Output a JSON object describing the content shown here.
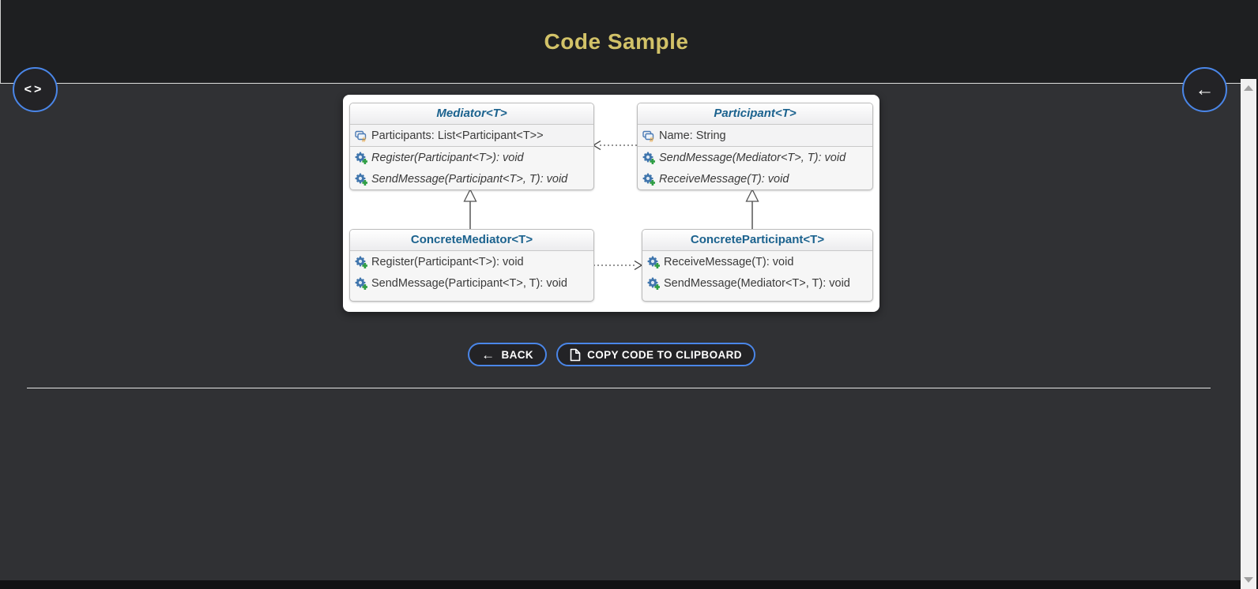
{
  "header": {
    "title": "Code Sample"
  },
  "glyphs": {
    "code": "<>",
    "arrow_left": "←"
  },
  "diagram": {
    "classes": [
      {
        "name": "Mediator<T>",
        "stereotype": "abstract",
        "field": "Participants: List<Participant<T>>",
        "methods": [
          "Register(Participant<T>): void",
          "SendMessage(Participant<T>, T): void"
        ]
      },
      {
        "name": "Participant<T>",
        "stereotype": "abstract",
        "field": "Name: String",
        "methods": [
          "SendMessage(Mediator<T>, T): void",
          "ReceiveMessage(T): void"
        ]
      },
      {
        "name": "ConcreteMediator<T>",
        "stereotype": "concrete",
        "methods": [
          "Register(Participant<T>): void",
          "SendMessage(Participant<T>, T): void"
        ]
      },
      {
        "name": "ConcreteParticipant<T>",
        "stereotype": "concrete",
        "methods": [
          "ReceiveMessage(T): void",
          "SendMessage(Mediator<T>, T): void"
        ]
      }
    ],
    "relations": [
      {
        "from": "Participant<T>",
        "to": "Mediator<T>",
        "type": "dashed-dependency"
      },
      {
        "from": "ConcreteMediator<T>",
        "to": "ConcreteParticipant<T>",
        "type": "dashed-dependency"
      },
      {
        "from": "ConcreteMediator<T>",
        "to": "Mediator<T>",
        "type": "inheritance"
      },
      {
        "from": "ConcreteParticipant<T>",
        "to": "Participant<T>",
        "type": "inheritance"
      }
    ]
  },
  "actions": {
    "back_label": "BACK",
    "copy_label": "COPY CODE TO CLIPBOARD"
  },
  "icons": {
    "left_fab": "code-icon",
    "right_fab": "back-arrow-icon",
    "back_button": "left-arrow-icon",
    "copy_button": "document-icon",
    "field": "field-icon",
    "method": "method-icon",
    "scroll_up": "scroll-up-arrow-icon",
    "scroll_down": "scroll-down-arrow-icon"
  },
  "colors": {
    "accent_blue": "#4a86e8",
    "title_gold": "#d2c268",
    "class_title_blue": "#1b628e",
    "page_background": "#303134",
    "header_background": "#1e1f21"
  }
}
